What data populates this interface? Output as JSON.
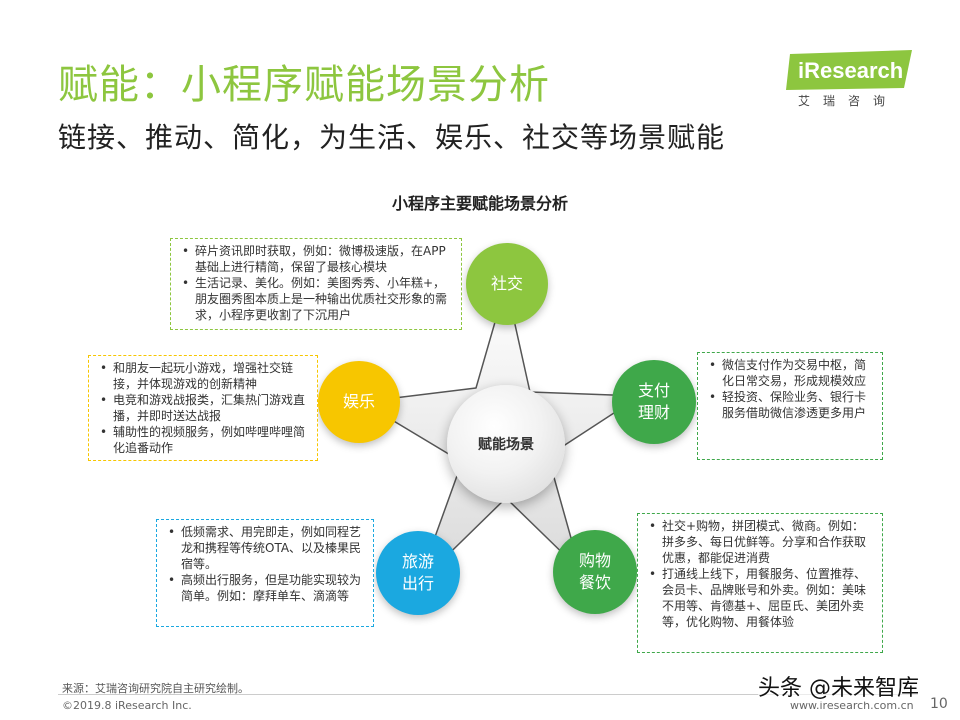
{
  "header": {
    "title": "赋能：小程序赋能场景分析",
    "subtitle": "链接、推动、简化，为生活、娱乐、社交等场景赋能"
  },
  "logo": {
    "brand": "iResearch",
    "chinese": "艾瑞咨询",
    "color": "#8dc63f"
  },
  "diagram": {
    "title": "小程序主要赋能场景分析",
    "center_label": "赋能场景",
    "nodes": [
      {
        "label": "社交",
        "color": "#8dc63f",
        "items": [
          "碎片资讯即时获取，例如：微博极速版，在APP基础上进行精简，保留了最核心模块",
          "生活记录、美化。例如：美图秀秀、小年糕+，朋友圈秀图本质上是一种输出优质社交形象的需求，小程序更收割了下沉用户"
        ]
      },
      {
        "label": "支付\n理财",
        "color": "#3fa84a",
        "items": [
          "微信支付作为交易中枢，简化日常交易，形成规模效应",
          "轻投资、保险业务、银行卡服务借助微信渗透更多用户"
        ]
      },
      {
        "label": "购物\n餐饮",
        "color": "#3fa84a",
        "items": [
          "社交+购物，拼团模式、微商。例如：拼多多、每日优鲜等。分享和合作获取优惠，都能促进消费",
          "打通线上线下，用餐服务、位置推荐、会员卡、品牌账号和外卖。例如：美味不用等、肯德基+、屈臣氏、美团外卖等，优化购物、用餐体验"
        ]
      },
      {
        "label": "旅游\n出行",
        "color": "#1ba8e0",
        "items": [
          "低频需求、用完即走，例如同程艺龙和携程等传统OTA、以及榛果民宿等。",
          "高频出行服务，但是功能实现较为简单。例如：摩拜单车、滴滴等"
        ]
      },
      {
        "label": "娱乐",
        "color": "#f7c600",
        "items": [
          "和朋友一起玩小游戏，增强社交链接，并体现游戏的创新精神",
          "电竞和游戏战报类，汇集热门游戏直播，并即时送达战报",
          "辅助性的视频服务，例如哔哩哔哩简化追番动作"
        ]
      }
    ]
  },
  "footer": {
    "source": "来源：艾瑞咨询研究院自主研究绘制。",
    "copyright": "©2019.8 iResearch Inc.",
    "url": "www.iresearch.com.cn",
    "page": "10"
  },
  "watermark": "头条 @未来智库"
}
